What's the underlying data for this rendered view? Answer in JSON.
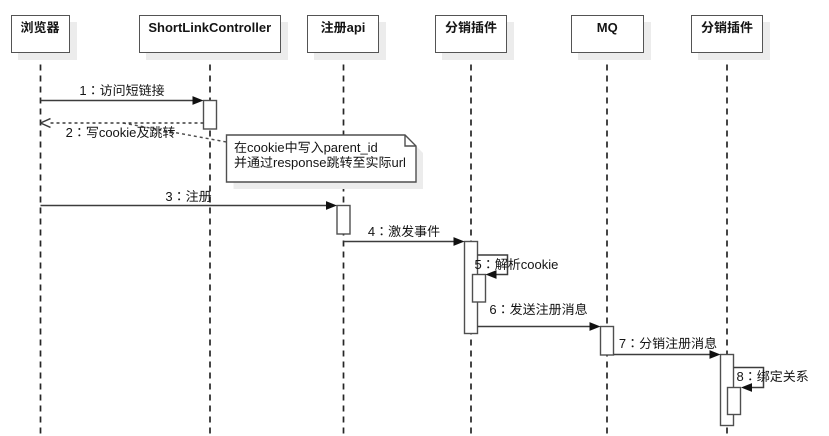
{
  "diagram": {
    "kind": "uml-sequence-diagram",
    "background": "#ffffff",
    "colors": {
      "header_border": "#545454",
      "shape_border": "#4f4f4f",
      "lifeline": "#262626",
      "message_line": "#3c3c3c",
      "arrowhead": "#111111",
      "shadow": "#ececec",
      "text": "#141414",
      "shape_fill": "#ffffff"
    },
    "participants": [
      {
        "label": "浏览器"
      },
      {
        "label": "ShortLinkController"
      },
      {
        "label": "注册api"
      },
      {
        "label": "分销插件"
      },
      {
        "label": "MQ"
      },
      {
        "label": "分销插件"
      }
    ],
    "messages": [
      {
        "text": "1：访问短链接",
        "from": "浏览器",
        "to": "ShortLinkController",
        "style": "solid-filled-arrow"
      },
      {
        "text": "2：写cookie及跳转",
        "from": "ShortLinkController",
        "to": "浏览器",
        "style": "dashed-open-arrow"
      },
      {
        "text": "3：注册",
        "from": "浏览器",
        "to": "注册api",
        "style": "solid-filled-arrow"
      },
      {
        "text": "4：激发事件",
        "from": "注册api",
        "to": "分销插件",
        "style": "solid-filled-arrow"
      },
      {
        "text": "5：解析cookie",
        "from": "分销插件",
        "to": "分销插件",
        "style": "self-message"
      },
      {
        "text": "6：发送注册消息",
        "from": "分销插件",
        "to": "MQ",
        "style": "solid-filled-arrow"
      },
      {
        "text": "7：分销注册消息",
        "from": "MQ",
        "to": "分销插件",
        "style": "solid-filled-arrow"
      },
      {
        "text": "8：绑定关系",
        "from": "分销插件",
        "to": "分销插件",
        "style": "self-message"
      }
    ],
    "note": {
      "lines": [
        "在cookie中写入parent_id",
        "并通过response跳转至实际url"
      ],
      "attached_to": "2：写cookie及跳转"
    }
  }
}
